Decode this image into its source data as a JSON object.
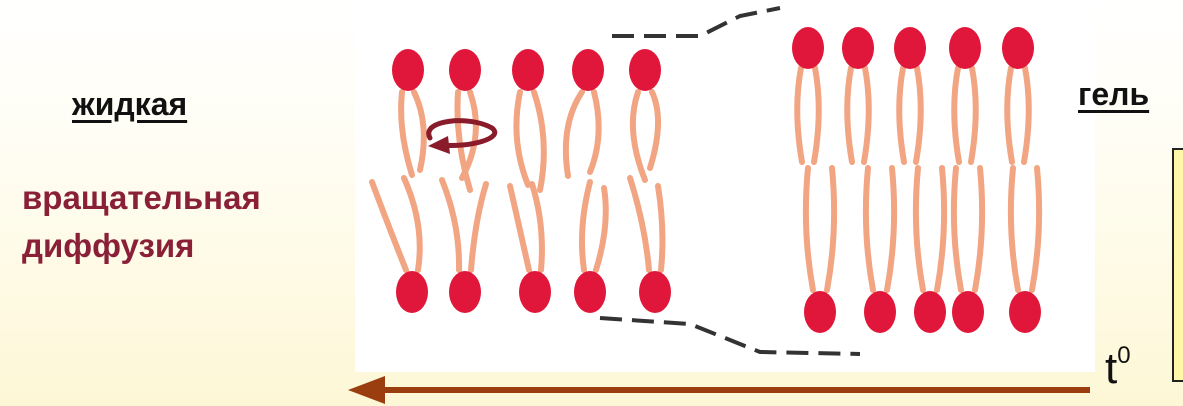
{
  "labels": {
    "liquid_phase": "жидкая",
    "gel_phase": "гель",
    "rotational_line1": "вращательная",
    "rotational_line2": "диффузия",
    "temperature_base": "t",
    "temperature_sup": "0"
  },
  "colors": {
    "head": "#e0173a",
    "tail": "#f2a582",
    "rotation_arrow": "#8a1b2a",
    "temperature_arrow": "#9a3d0f",
    "zoom_lines": "#333333",
    "rotational_text": "#8a1f38",
    "legend_box": "#fff6a8"
  },
  "icons": {
    "rotation": "circular-arrow-icon",
    "temperature": "left-arrow-icon"
  }
}
